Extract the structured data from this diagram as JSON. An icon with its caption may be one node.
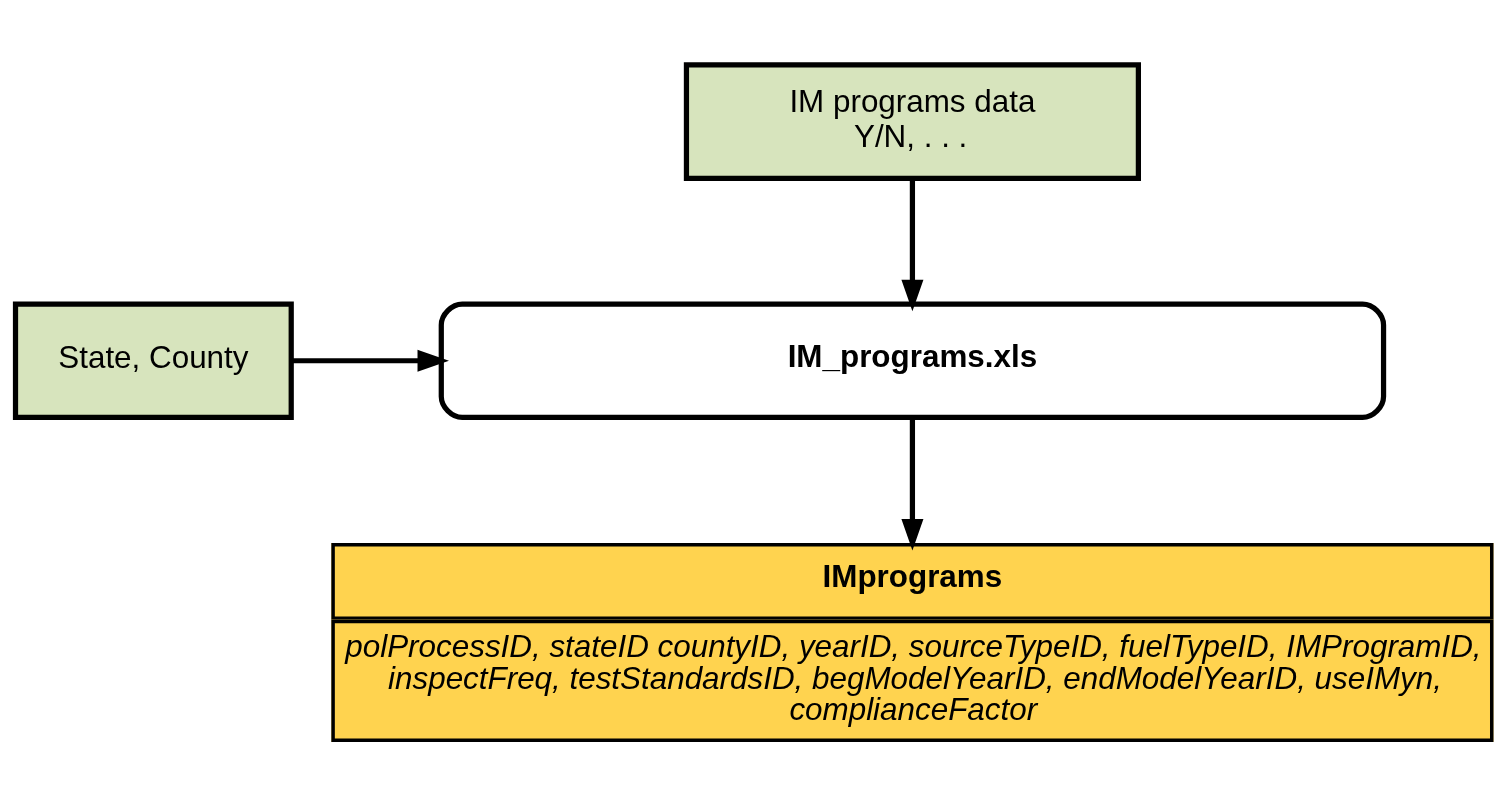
{
  "diagram": {
    "nodes": [
      {
        "text": [
          "IM programs data Y/N, . . ."
        ]
      },
      {
        "text": [
          "IM_programs.xls"
        ]
      },
      {
        "text": [
          "State, County"
        ]
      },
      {
        "text": [
          "IMprograms",
          "polProcessID, stateID countyID, yearID, sourceTypeID, fuelTypeID, IMProgramID, inspectFreq, testStandardsID, begModelYearID, endModelYearID, useIMyn, complianceFactor"
        ]
      }
    ],
    "edges": [
      {
        "from": 0,
        "to": 1,
        "arrow": "to"
      },
      {
        "from": 2,
        "to": 1,
        "arrow": "to"
      },
      {
        "from": 1,
        "to": 3,
        "arrow": "to"
      }
    ]
  }
}
